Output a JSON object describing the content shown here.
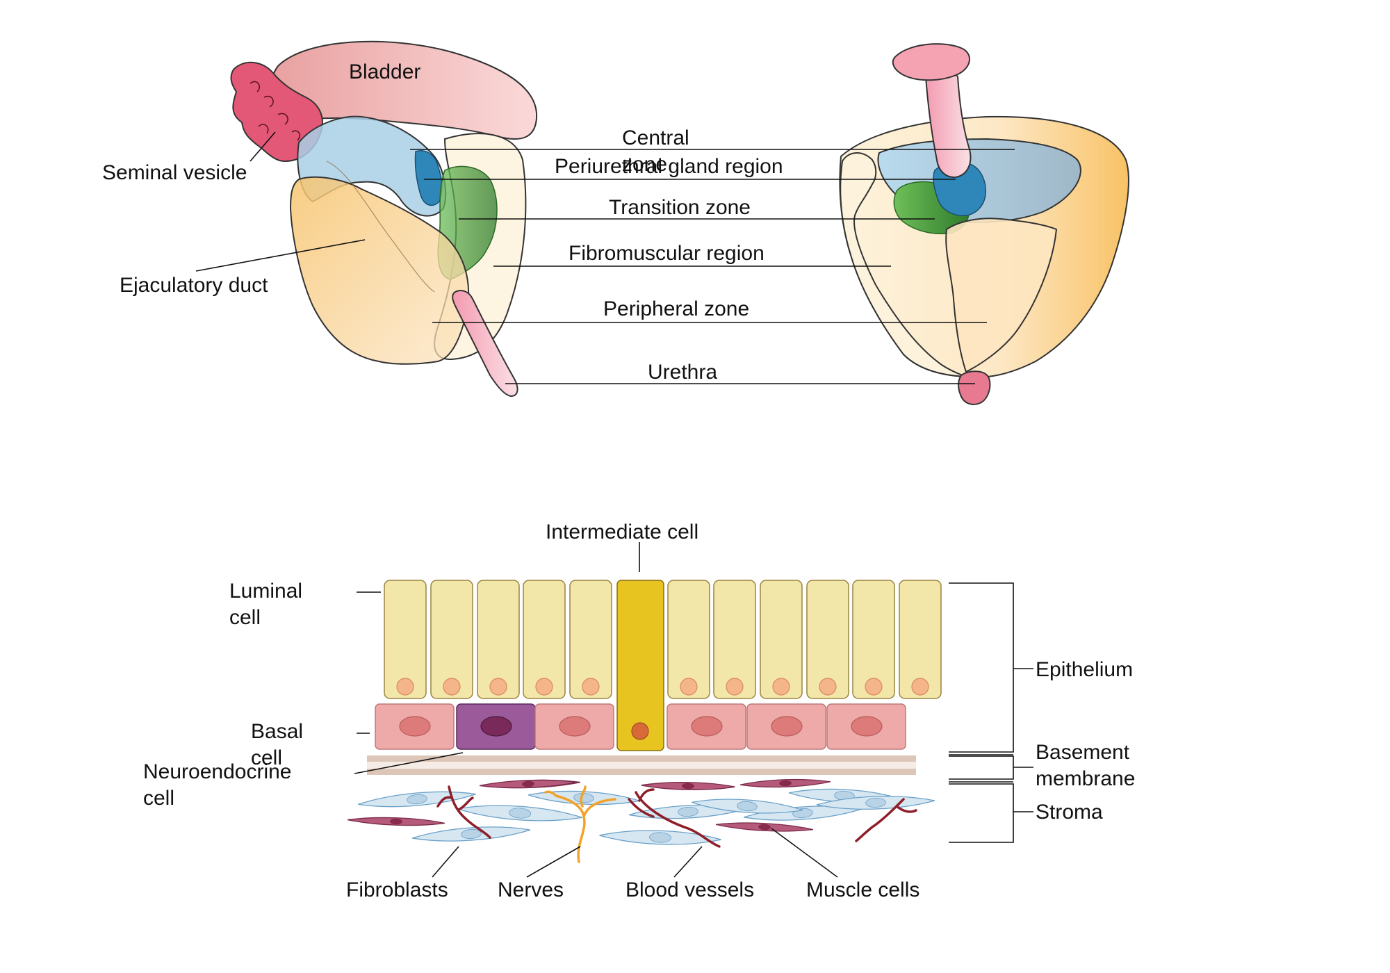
{
  "anatomy": {
    "bladder": "Bladder",
    "seminal_vesicle": "Seminal vesicle",
    "ejaculatory_duct": "Ejaculatory duct",
    "central_zone": "Central\nzone",
    "periurethral_gland_region": "Periurethral gland region",
    "transition_zone": "Transition zone",
    "fibromuscular_region": "Fibromuscular region",
    "peripheral_zone": "Peripheral zone",
    "urethra": "Urethra"
  },
  "histology": {
    "intermediate_cell": "Intermediate cell",
    "luminal_cell": "Luminal\ncell",
    "basal_cell": "Basal\ncell",
    "neuroendocrine_cell": "Neuroendocrine\ncell",
    "epithelium": "Epithelium",
    "basement_membrane": "Basement\nmembrane",
    "stroma": "Stroma",
    "fibroblasts": "Fibroblasts",
    "nerves": "Nerves",
    "blood_vessels": "Blood vessels",
    "muscle_cells": "Muscle cells"
  },
  "colors": {
    "bladder": "#f2b8b8",
    "seminal_vesicle": "#e05070",
    "central_zone": "#a9cfe6",
    "periurethral": "#2f86b8",
    "transition_zone": "#4a9a3c",
    "fibromuscular": "#fdf3dc",
    "peripheral_zone": "#f7c46e",
    "urethra": "#f2a3b3",
    "luminal_cell": "#f3e6a9",
    "intermediate_cell": "#e8c420",
    "basal_cell": "#eeaaa8",
    "neuroendocrine_cell": "#9b5a9a",
    "basement_membrane": "#e2cfc2",
    "fibroblast": "#d6e7f2",
    "nerve": "#f2a22a",
    "blood_vessel": "#8e1f2a",
    "muscle_cell": "#b55a7a"
  }
}
